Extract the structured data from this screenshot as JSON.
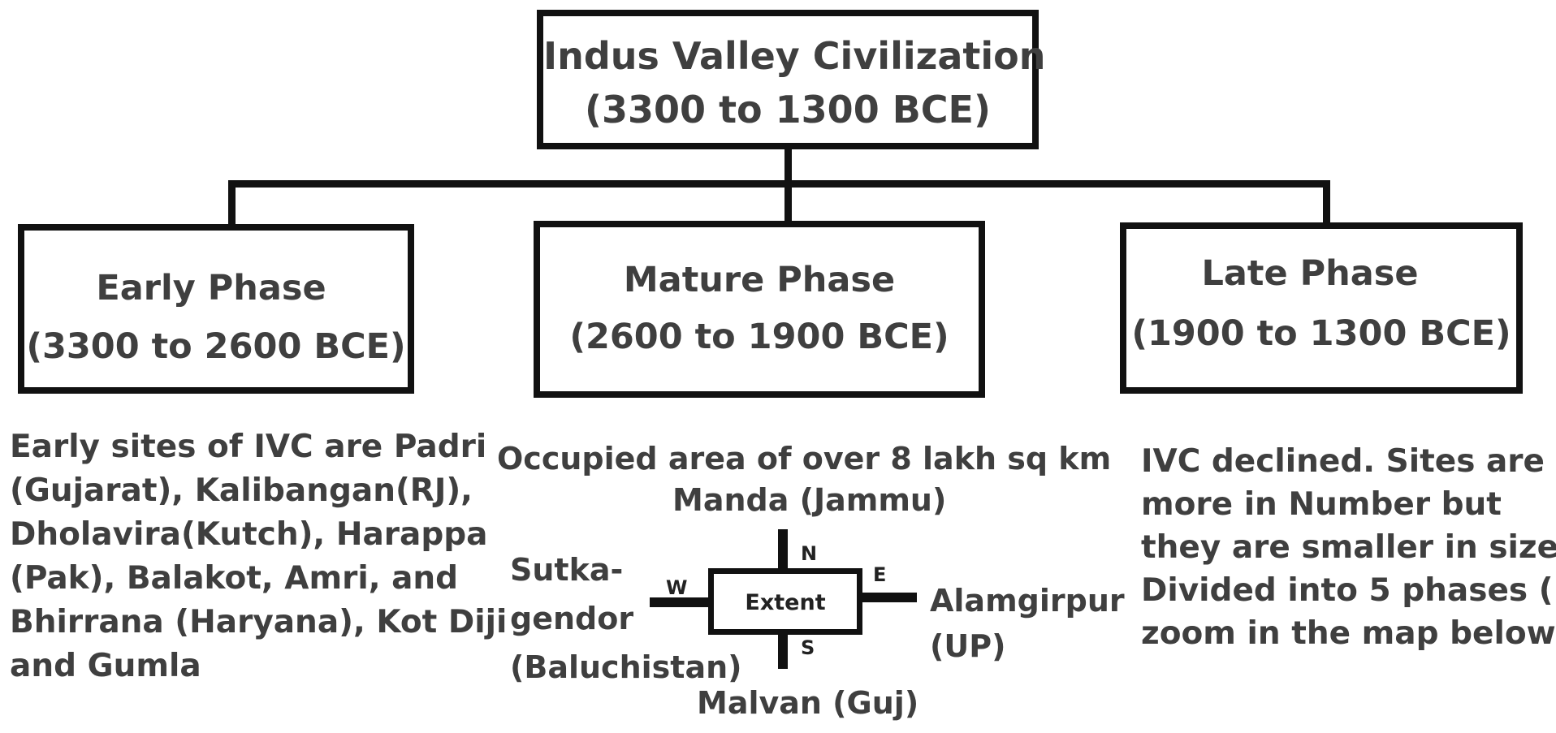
{
  "root": {
    "title": "Indus Valley Civilization",
    "dates": "(3300 to 1300 BCE)"
  },
  "phases": [
    {
      "title": "Early Phase",
      "dates": "(3300 to 2600 BCE)",
      "description": [
        "Early sites of IVC are Padri",
        "(Gujarat), Kalibangan(RJ),",
        "Dholavira(Kutch), Harappa",
        "(Pak), Balakot, Amri, and",
        "Bhirrana (Haryana), Kot Diji",
        "and Gumla"
      ]
    },
    {
      "title": "Mature Phase",
      "dates": "(2600 to 1900 BCE)",
      "description": [
        "Occupied area of over 8 lakh sq km"
      ]
    },
    {
      "title": "Late Phase",
      "dates": "(1900 to 1300 BCE)",
      "description": [
        "IVC declined. Sites are",
        "more in Number but",
        "they are smaller in size.",
        "Divided into 5 phases (",
        "zoom in the map below)"
      ]
    }
  ],
  "extent": {
    "center_label": "Extent",
    "directions": {
      "north": "N",
      "south": "S",
      "east": "E",
      "west": "W"
    },
    "north_site": "Manda (Jammu)",
    "south_site": "Malvan (Guj)",
    "east_site": [
      "Alamgirpur",
      "(UP)"
    ],
    "west_site": [
      "Sutka-",
      "gendor",
      "(Baluchistan)"
    ]
  }
}
